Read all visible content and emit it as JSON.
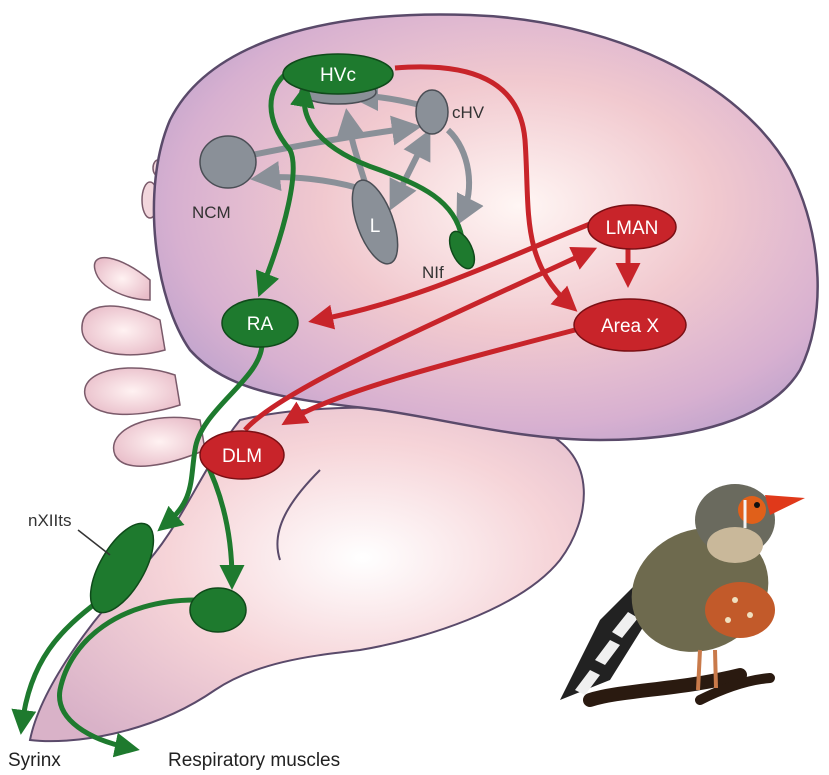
{
  "nodes": {
    "hvc": "HVc",
    "chv": "cHV",
    "ncm": "NCM",
    "l": "L",
    "nif": "NIf",
    "lman": "LMAN",
    "ra": "RA",
    "area_x": "Area X",
    "dlm": "DLM",
    "nxiits": "nXIIts"
  },
  "outputs": {
    "syrinx": "Syrinx",
    "respiratory": "Respiratory muscles"
  },
  "colors": {
    "motor_pathway": "#1e7a2e",
    "anterior_forebrain_pathway": "#c8242a",
    "auditory_pathway": "#8a9098",
    "brain_fill": "#e9c6d8",
    "brain_outline": "#5a4a6a",
    "cerebellum_fill": "#f2d6dc"
  }
}
